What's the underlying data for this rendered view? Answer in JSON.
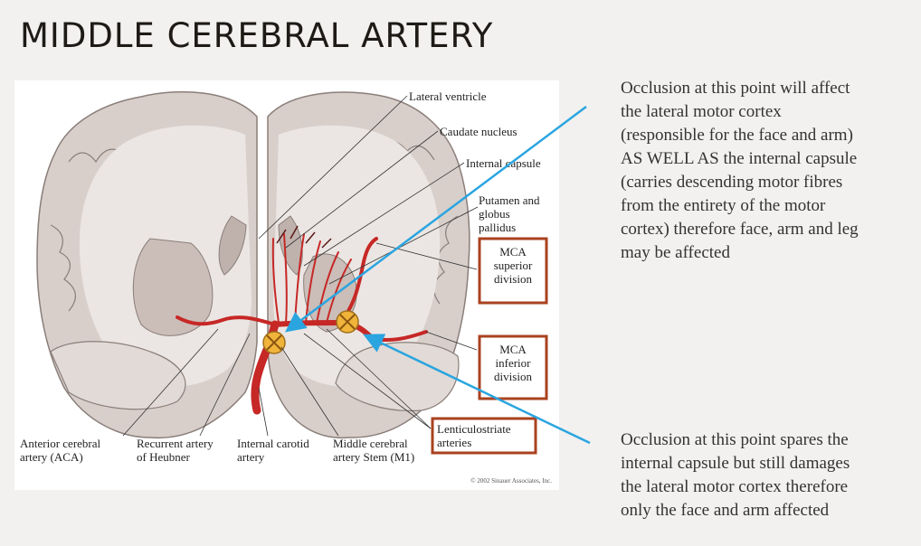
{
  "title": "MIDDLE CEREBRAL ARTERY",
  "diagram": {
    "labels": {
      "lateral_ventricle": "Lateral ventricle",
      "caudate_nucleus": "Caudate nucleus",
      "internal_capsule": "Internal capsule",
      "putamen_1": "Putamen and",
      "putamen_2": "globus",
      "putamen_3": "pallidus",
      "mca_sup_1": "MCA",
      "mca_sup_2": "superior",
      "mca_sup_3": "division",
      "mca_inf_1": "MCA",
      "mca_inf_2": "inferior",
      "mca_inf_3": "division",
      "lenticulostriate_1": "Lenticulostriate",
      "lenticulostriate_2": "arteries",
      "aca_1": "Anterior cerebral",
      "aca_2": "artery (ACA)",
      "heubner_1": "Recurrent artery",
      "heubner_2": "of Heubner",
      "ica_1": "Internal carotid",
      "ica_2": "artery",
      "mca_stem_1": "Middle cerebral",
      "mca_stem_2": "artery Stem (M1)"
    },
    "copyright": "© 2002 Sinauer Associates, Inc."
  },
  "notes": {
    "note1": [
      "Occlusion at this point will affect",
      "the lateral motor cortex",
      "(responsible for the face and arm)",
      "AS WELL AS the internal capsule",
      "(carries descending motor fibres",
      "from the entirety of the motor",
      "cortex) therefore face, arm and leg",
      "may be affected"
    ],
    "note2": [
      "Occlusion at this point spares the",
      "internal capsule but still damages",
      "the lateral motor cortex therefore",
      "only the face and arm affected"
    ]
  },
  "colors": {
    "arrow": "#2aa5e0",
    "artery": "#c62826",
    "callout_box": "#a9421f",
    "occlusion_marker": "#f0b43a",
    "brain_tissue": "#d8cfcb",
    "white_matter": "#ebe6e3"
  }
}
